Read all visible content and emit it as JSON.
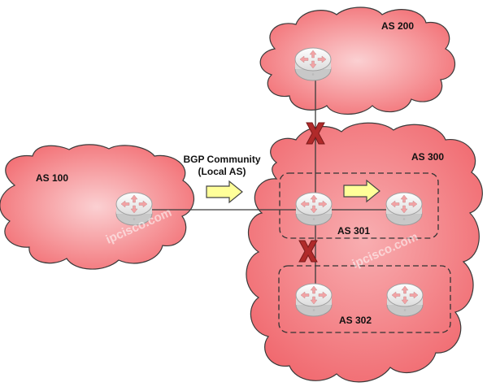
{
  "labels": {
    "as100": "AS 100",
    "as200": "AS 200",
    "as300": "AS 300",
    "as301": "AS 301",
    "as302": "AS 302",
    "community_line1": "BGP Community",
    "community_line2": "(Local AS)"
  },
  "watermark": "ipcisco.com",
  "colors": {
    "cloud_fill": "#f26d72",
    "cloud_light": "#fbd0d2",
    "cloud_stroke": "#3a3a3a",
    "link": "#3a3a3a",
    "blocked_x": "#b02a2a",
    "arrow_fill": "#ffff99",
    "arrow_stroke": "#444444",
    "router_body": "#f4f4f4"
  },
  "icons": [
    "router-icon",
    "blocked-x-icon",
    "advertise-arrow-icon",
    "cloud-shape"
  ]
}
